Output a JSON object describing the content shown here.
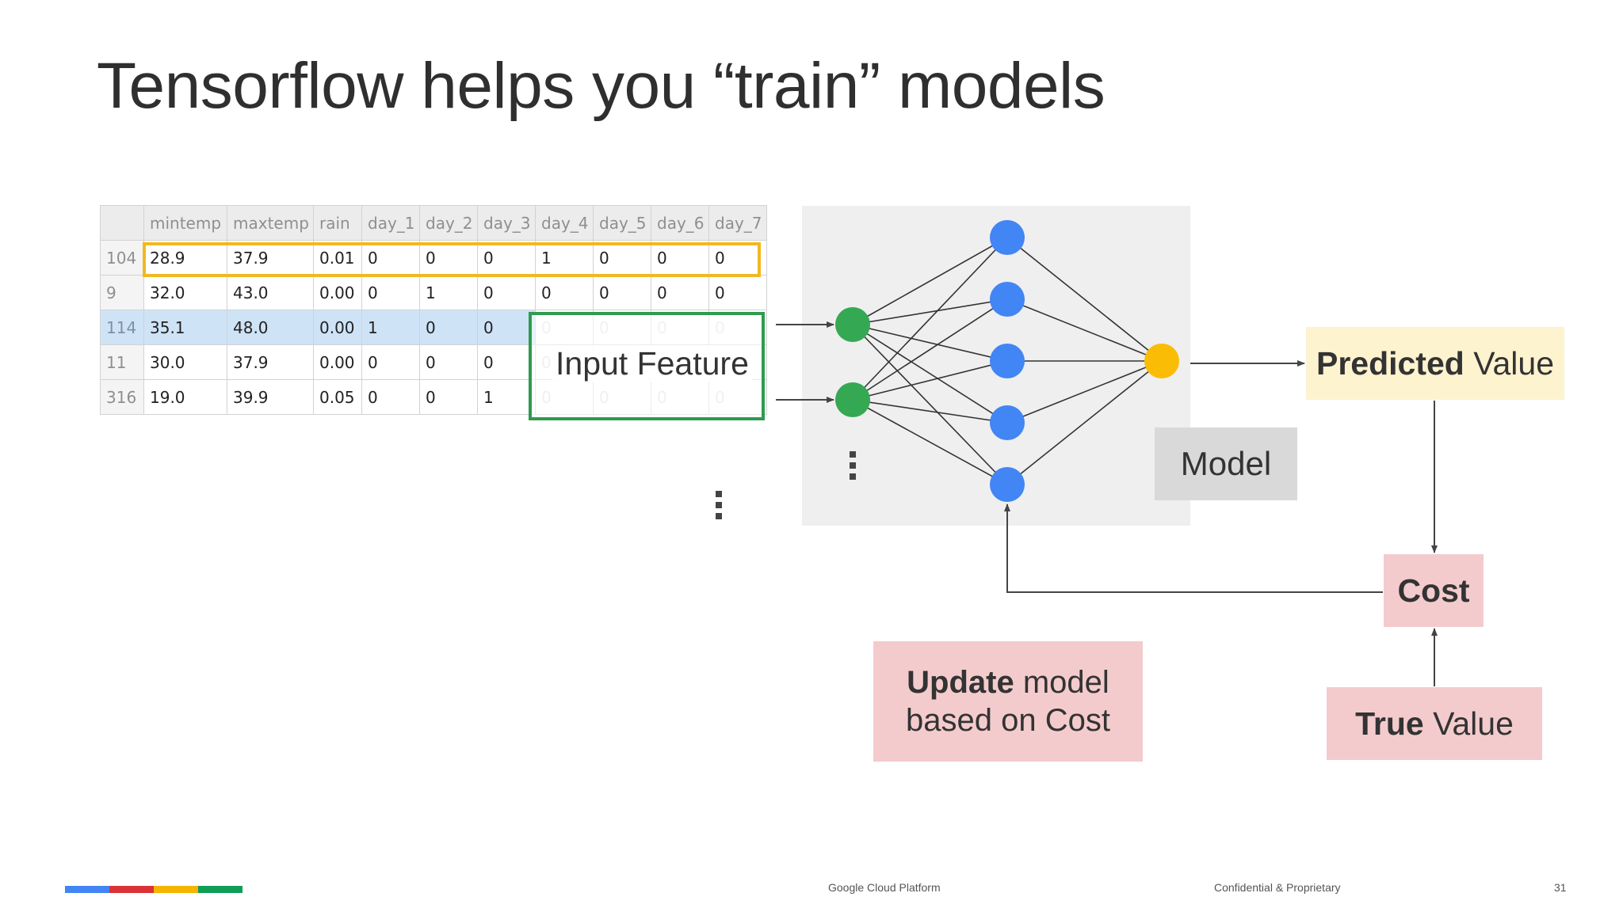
{
  "title": "Tensorflow helps you “train” models",
  "table": {
    "columns": [
      "",
      "mintemp",
      "maxtemp",
      "rain",
      "day_1",
      "day_2",
      "day_3",
      "day_4",
      "day_5",
      "day_6",
      "day_7"
    ],
    "rows": [
      [
        "104",
        "28.9",
        "37.9",
        "0.01",
        "0",
        "0",
        "0",
        "1",
        "0",
        "0",
        "0"
      ],
      [
        "9",
        "32.0",
        "43.0",
        "0.00",
        "0",
        "1",
        "0",
        "0",
        "0",
        "0",
        "0"
      ],
      [
        "114",
        "35.1",
        "48.0",
        "0.00",
        "1",
        "0",
        "0",
        "0",
        "0",
        "0",
        "0"
      ],
      [
        "11",
        "30.0",
        "37.9",
        "0.00",
        "0",
        "0",
        "0",
        "0",
        "0",
        "0",
        "0"
      ],
      [
        "316",
        "19.0",
        "39.9",
        "0.05",
        "0",
        "0",
        "1",
        "0",
        "0",
        "0",
        "0"
      ]
    ]
  },
  "labels": {
    "input_feature": "Input Feature",
    "model": "Model",
    "predicted_bold": "Predicted",
    "predicted_rest": " Value",
    "cost": "Cost",
    "true_bold": "True",
    "true_rest": " Value",
    "update_bold": "Update",
    "update_rest": " model",
    "update_line2": "based on Cost"
  },
  "colors": {
    "highlight_row": "#f1b822",
    "feature_border": "#2e9b4f",
    "input_node": "#34a853",
    "hidden_node": "#4285f4",
    "output_node": "#fbbc05",
    "edge": "#333333"
  },
  "footer": {
    "brand": "Google Cloud Platform",
    "confidential": "Confidential & Proprietary",
    "page": "31",
    "bar_colors": [
      "#4285f4",
      "#db3236",
      "#f4b400",
      "#0f9d58"
    ]
  }
}
